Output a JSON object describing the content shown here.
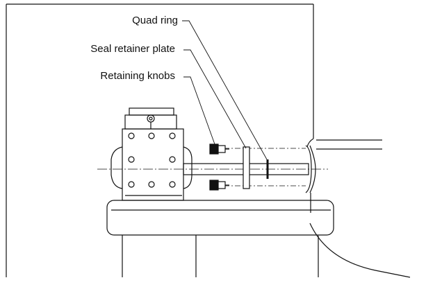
{
  "labels": {
    "quad_ring": "Quad ring",
    "seal_retainer_plate": "Seal retainer plate",
    "retaining_knobs": "Retaining knobs"
  },
  "colors": {
    "line": "#111111",
    "background": "#ffffff",
    "knob": "#111111"
  }
}
